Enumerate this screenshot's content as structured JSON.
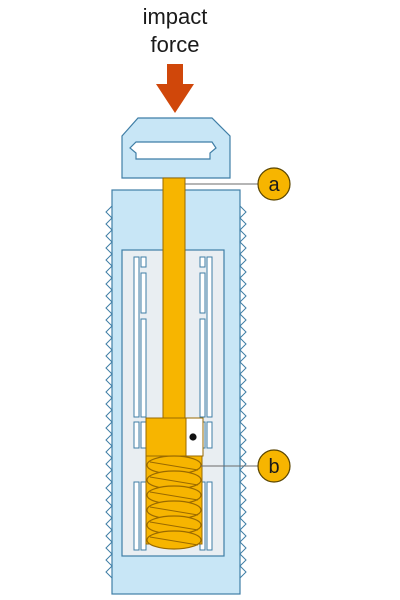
{
  "title": {
    "line1": "impact",
    "line2": "force"
  },
  "callouts": [
    {
      "label": "a"
    },
    {
      "label": "b"
    }
  ],
  "colors": {
    "arrow": "#d0470a",
    "body_fill": "#c8e6f6",
    "body_stroke": "#3f7ea6",
    "inner_fill": "#e9eef2",
    "pin": "#f7b500",
    "pin_stroke": "#9a6a00",
    "callout_fill": "#f7b500"
  }
}
